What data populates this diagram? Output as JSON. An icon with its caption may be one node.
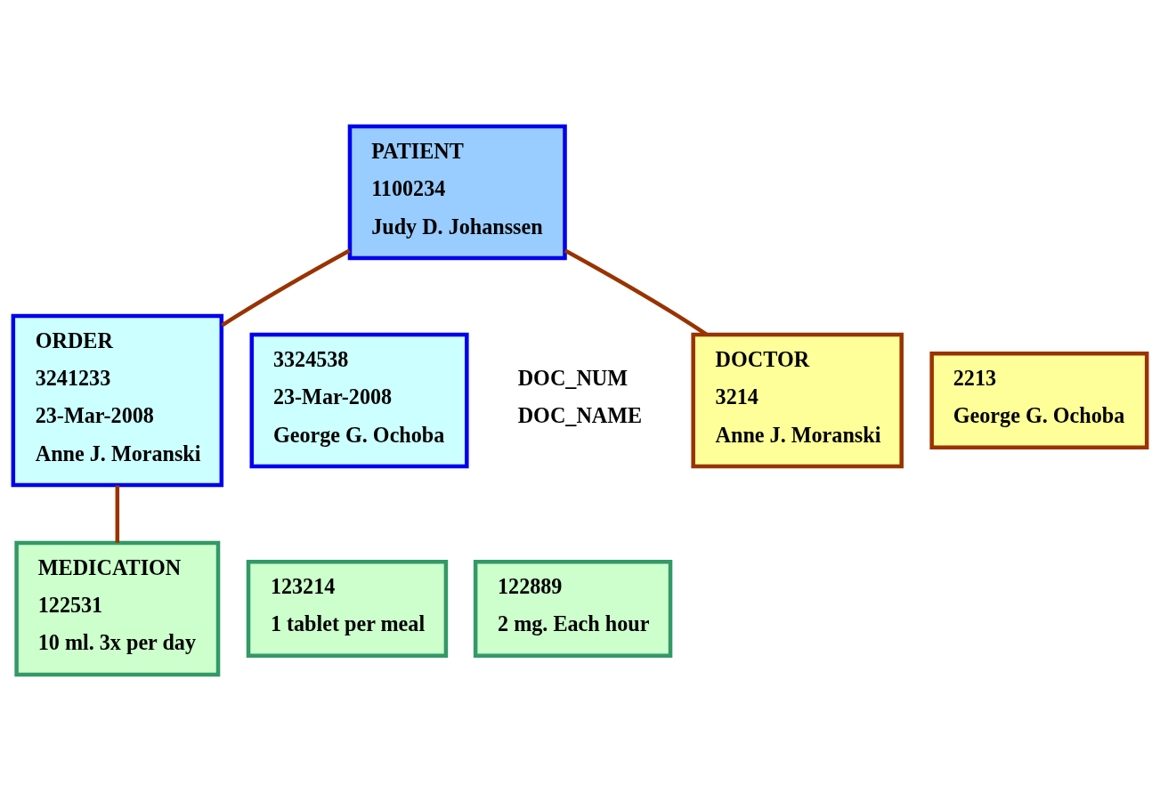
{
  "diagram": {
    "nodes": [
      {
        "text": [
          "PATIENT",
          "1100234",
          "Judy D. Johanssen"
        ]
      },
      {
        "text": [
          "ORDER",
          "3241233",
          "23-Mar-2008",
          "Anne J. Moranski"
        ]
      },
      {
        "text": [
          "3324538",
          "23-Mar-2008",
          "George G. Ochoba"
        ]
      },
      {
        "text": [
          "DOCTOR",
          "3214",
          "Anne J. Moranski"
        ]
      },
      {
        "text": [
          "2213",
          "George G. Ochoba"
        ]
      },
      {
        "text": [
          "MEDICATION",
          "122531",
          "10 ml. 3x per day"
        ]
      },
      {
        "text": [
          "123214",
          "1 tablet per meal"
        ]
      },
      {
        "text": [
          "122889",
          "2 mg. Each hour"
        ]
      }
    ],
    "edges": [
      {
        "from": 0,
        "to": 1,
        "arrow": "none"
      },
      {
        "from": 0,
        "to": 3,
        "arrow": "none"
      },
      {
        "from": 1,
        "to": 5,
        "arrow": "none"
      }
    ],
    "labels": [
      "DOC_NUM",
      "DOC_NAME"
    ]
  }
}
